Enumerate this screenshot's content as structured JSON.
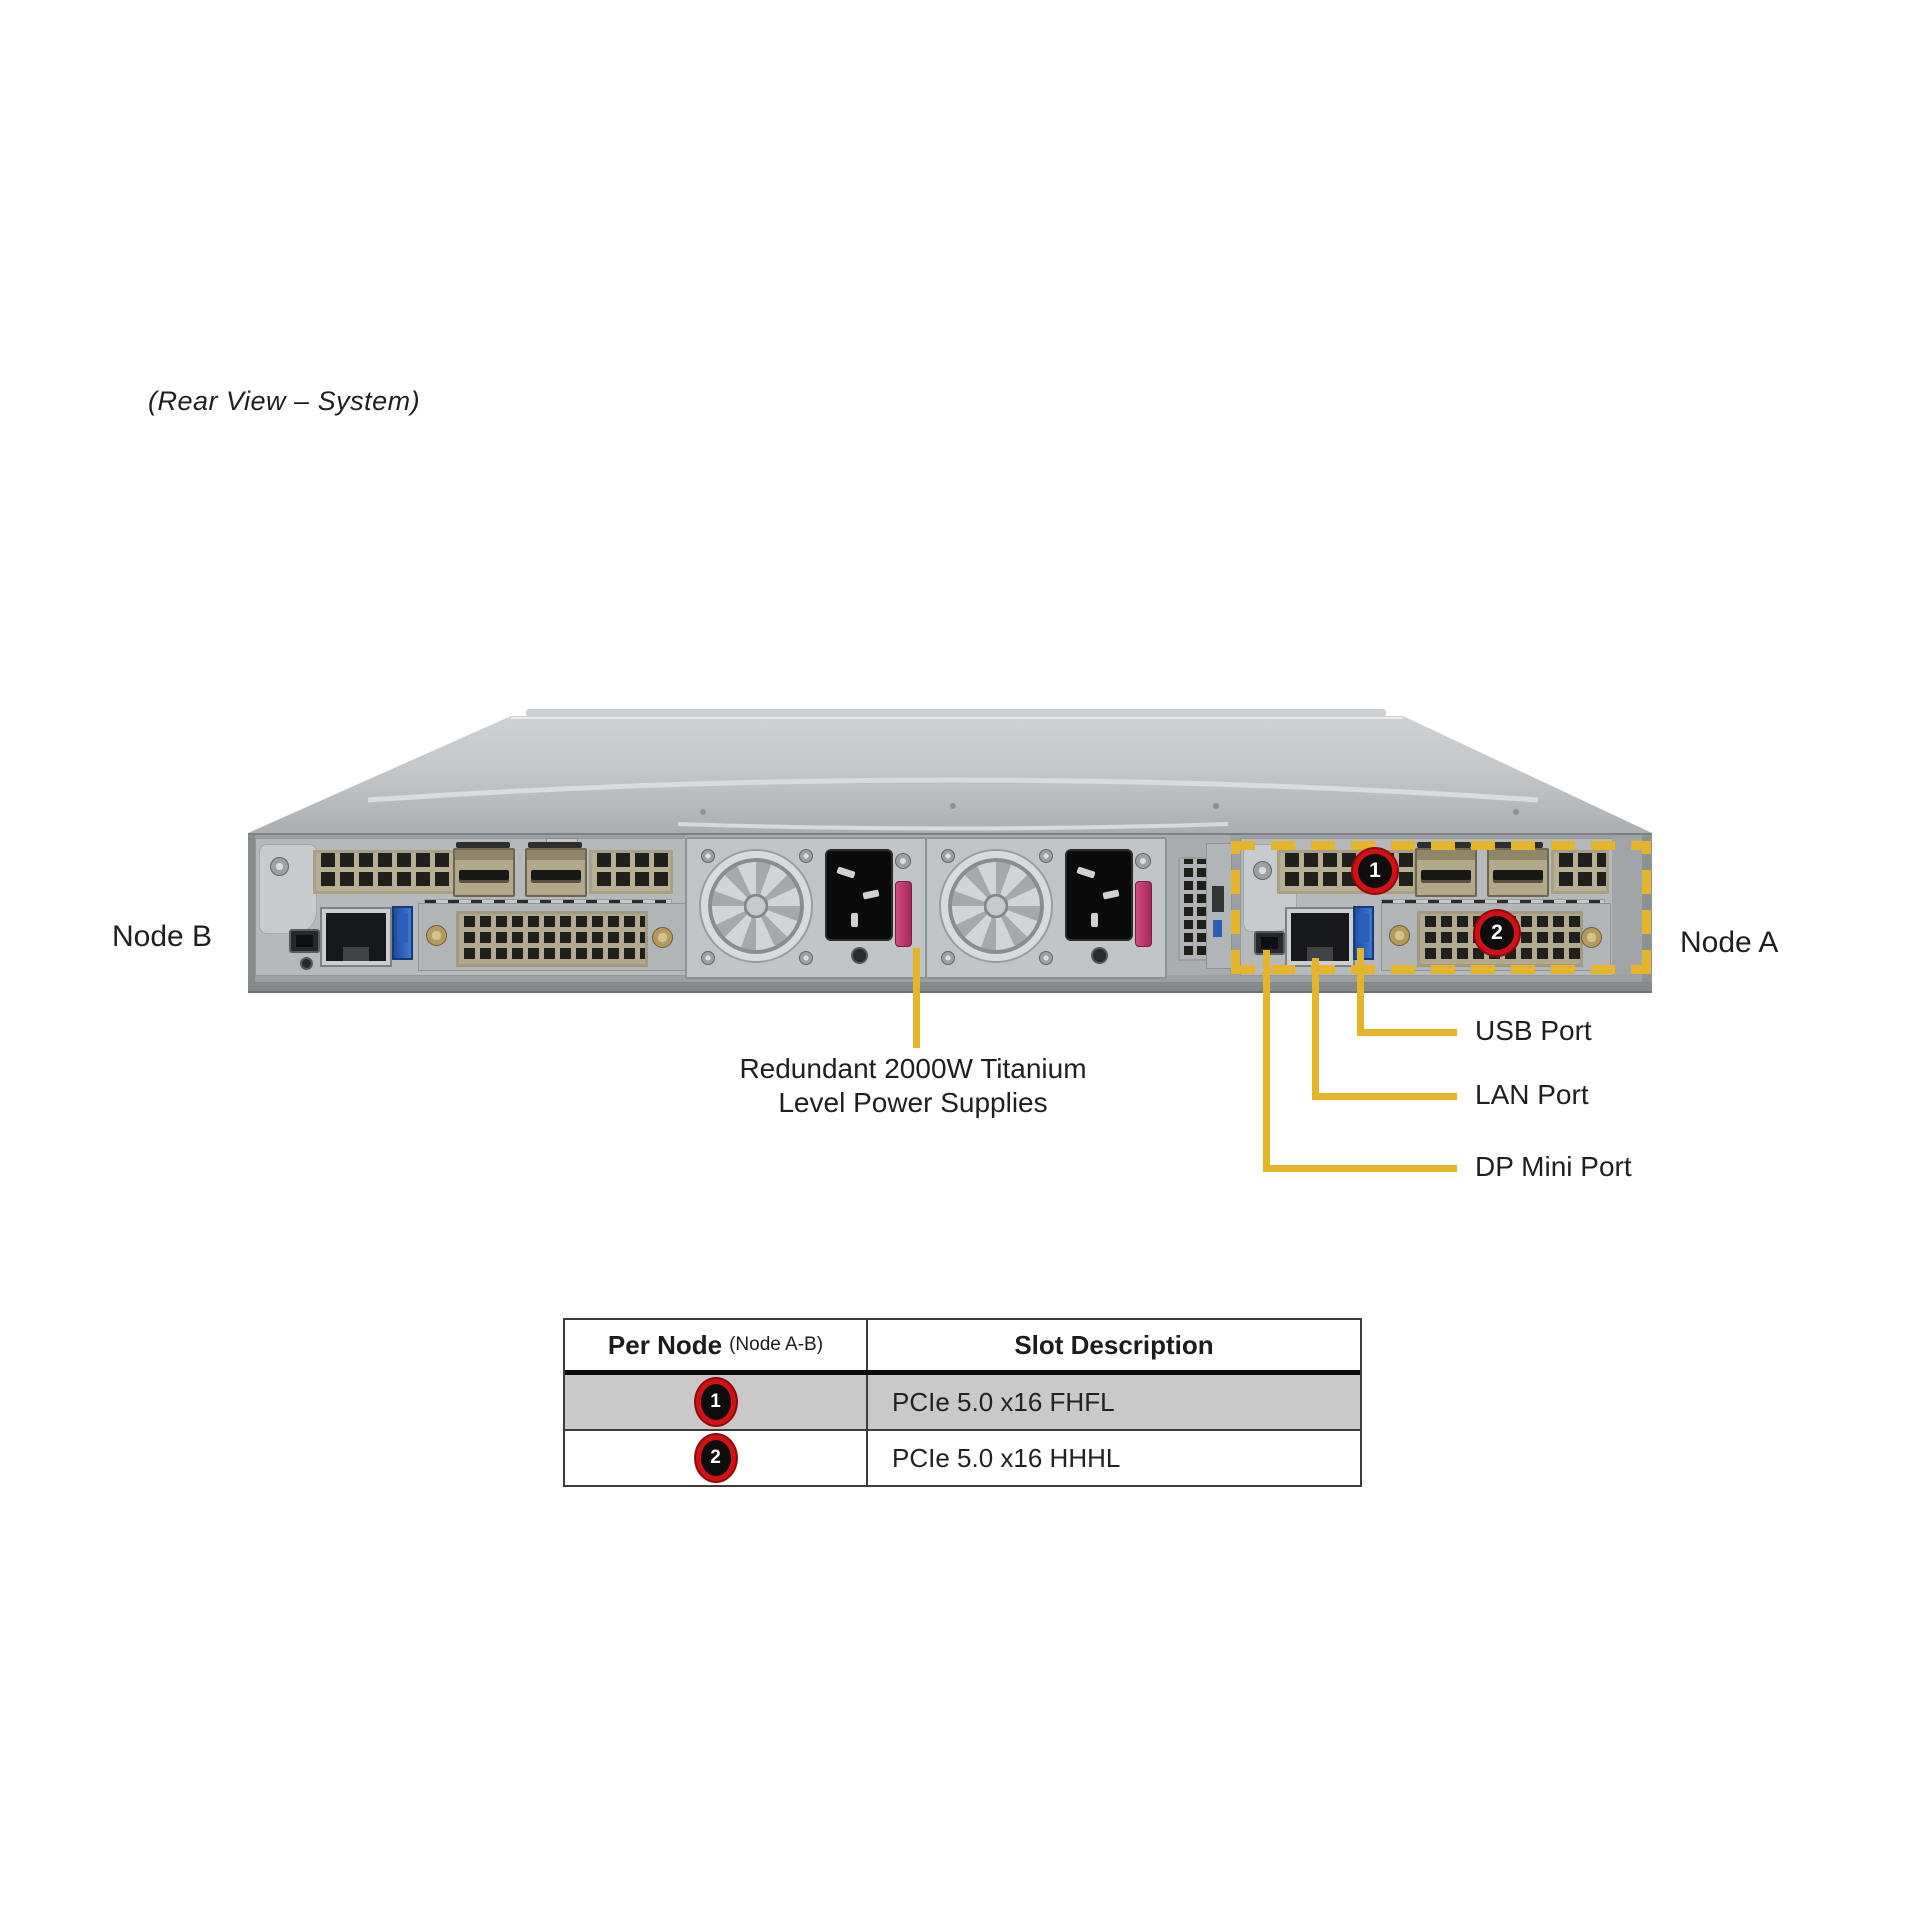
{
  "title": "(Rear View – System)",
  "chassis": {
    "node_b_label": "Node B",
    "node_a_label": "Node A",
    "markers": {
      "slot1": "1",
      "slot2": "2"
    }
  },
  "callouts": {
    "psu_line1": "Redundant 2000W Titanium",
    "psu_line2": "Level Power Supplies",
    "usb": "USB Port",
    "lan": "LAN Port",
    "dp": "DP Mini Port"
  },
  "table": {
    "header": {
      "per_node": "Per Node",
      "per_node_sub": "(Node A-B)",
      "slot_description": "Slot Description"
    },
    "rows": [
      {
        "num": "1",
        "desc": "PCIe 5.0 x16 FHFL"
      },
      {
        "num": "2",
        "desc": "PCIe 5.0 x16 HHHL"
      }
    ]
  },
  "colors": {
    "accent_yellow": "#E4B42A",
    "marker_red": "#D01215",
    "row_shaded": "#C9C9C9"
  }
}
